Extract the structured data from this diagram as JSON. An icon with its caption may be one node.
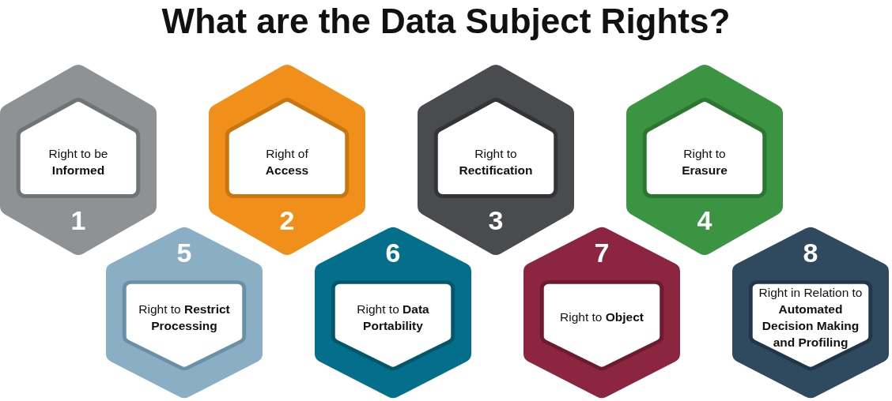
{
  "diagram": {
    "title": "What are the Data Subject Rights?",
    "nodes": [
      {
        "text": [
          "Right to be **Informed**",
          "1"
        ]
      },
      {
        "text": [
          "Right of **Access**",
          "2"
        ]
      },
      {
        "text": [
          "Right to **Rectification**",
          "3"
        ]
      },
      {
        "text": [
          "Right to **Erasure**",
          "4"
        ]
      },
      {
        "text": [
          "5",
          "Right to **Restrict Processing**"
        ]
      },
      {
        "text": [
          "6",
          "Right to **Data Portability**"
        ]
      },
      {
        "text": [
          "7",
          "Right to **Object**"
        ]
      },
      {
        "text": [
          "8",
          "Right in Relation to **Automated Decision Making and Profiling**"
        ]
      }
    ]
  }
}
